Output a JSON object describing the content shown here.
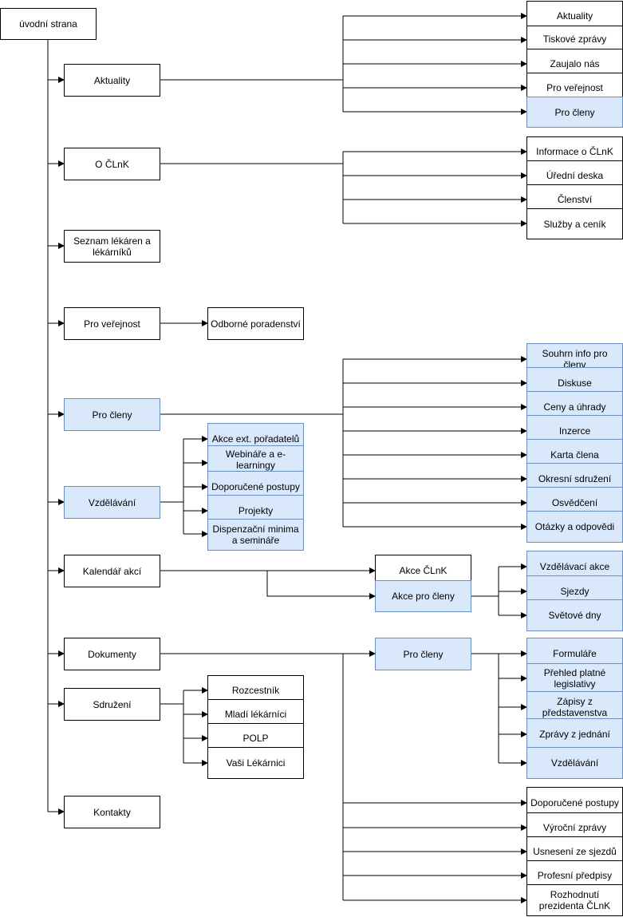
{
  "colors": {
    "line": "#000000",
    "member_fill": "#dae8fc",
    "member_border": "#6c8ebf",
    "default_fill": "#ffffff"
  },
  "nodes": {
    "root": "úvodní strana",
    "aktuality": "Aktuality",
    "o_clnk": "O ČLnK",
    "seznam": "Seznam lékáren a lékárníků",
    "pro_verejnost": "Pro veřejnost",
    "pro_cleny": "Pro členy",
    "vzdelavani": "Vzdělávání",
    "kalendar": "Kalendář akcí",
    "dokumenty": "Dokumenty",
    "sdruzeni": "Sdružení",
    "kontakty": "Kontakty",
    "akt_aktuality": "Aktuality",
    "akt_tiskove": "Tiskové zprávy",
    "akt_zaujalo": "Zaujalo nás",
    "akt_verejnost": "Pro veřejnost",
    "akt_cleny": "Pro členy",
    "o_informace": "Informace o ČLnK",
    "o_deska": "Úřední deska",
    "o_clenstvi": "Členství",
    "o_sluzby": "Služby a ceník",
    "odborne": "Odborné poradenství",
    "pc_souhrn": "Souhrn info pro členy",
    "pc_diskuse": "Diskuse",
    "pc_ceny": "Ceny a úhrady",
    "pc_inzerce": "Inzerce",
    "pc_karta": "Karta člena",
    "pc_okresni": "Okresní sdružení",
    "pc_osvedceni": "Osvědčení",
    "pc_otazky": "Otázky a odpovědi",
    "vz_akce_ext": "Akce ext. pořadatelů",
    "vz_webinare": "Webináře a e-learningy",
    "vz_doporucene": "Doporučené postupy",
    "vz_projekty": "Projekty",
    "vz_dispenzacni": "Dispenzační minima a semináře",
    "ka_akce_clnk": "Akce ČLnK",
    "ka_akce_cleny": "Akce pro členy",
    "ka_vzdelavaci": "Vzdělávací akce",
    "ka_sjezdy": "Sjezdy",
    "ka_svetove": "Světové dny",
    "dok_pro_cleny": "Pro členy",
    "dok_formulare": "Formuláře",
    "dok_prehled": "Přehled platné legislativy",
    "dok_zapisy": "Zápisy z představenstva",
    "dok_zpravy": "Zprávy z jednání",
    "dok_vzdelavani": "Vzdělávání",
    "dok_doporucene": "Doporučené postupy",
    "dok_vyrocni": "Výroční zprávy",
    "dok_usneseni": "Usnesení ze sjezdů",
    "dok_profesni": "Profesní předpisy",
    "dok_rozhodnuti": "Rozhodnutí prezidenta ČLnK",
    "sd_rozcestnik": "Rozcestník",
    "sd_mladi": "Mladí lékárníci",
    "sd_polp": "POLP",
    "sd_vasi": "Vaši Lékárnici"
  }
}
